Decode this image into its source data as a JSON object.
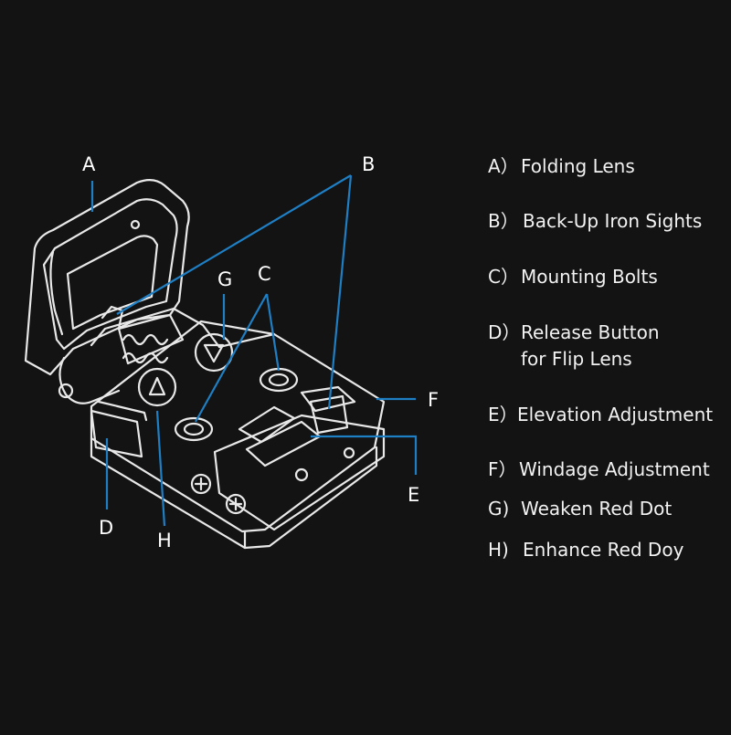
{
  "colors": {
    "background": "#131313",
    "outline": "#e8e8e8",
    "callout_line": "#1f7fc4",
    "text": "#f2f2f2"
  },
  "callouts": {
    "A": "A",
    "B": "B",
    "C": "C",
    "D": "D",
    "E": "E",
    "F": "F",
    "G": "G",
    "H": "H"
  },
  "legend": [
    {
      "key": "A）",
      "text": "Folding Lens"
    },
    {
      "key": "B）",
      "text": "Back-Up Iron Sights"
    },
    {
      "key": "C）",
      "text": "Mounting Bolts"
    },
    {
      "key": "D）",
      "text": "Release Button",
      "text2": "for Flip Lens"
    },
    {
      "key": "E）",
      "text": "Elevation Adjustment"
    },
    {
      "key": "F）",
      "text": "Windage Adjustment"
    },
    {
      "key": "G)",
      "text": "Weaken Red Dot"
    },
    {
      "key": "H)",
      "text": "Enhance Red Doy"
    }
  ]
}
